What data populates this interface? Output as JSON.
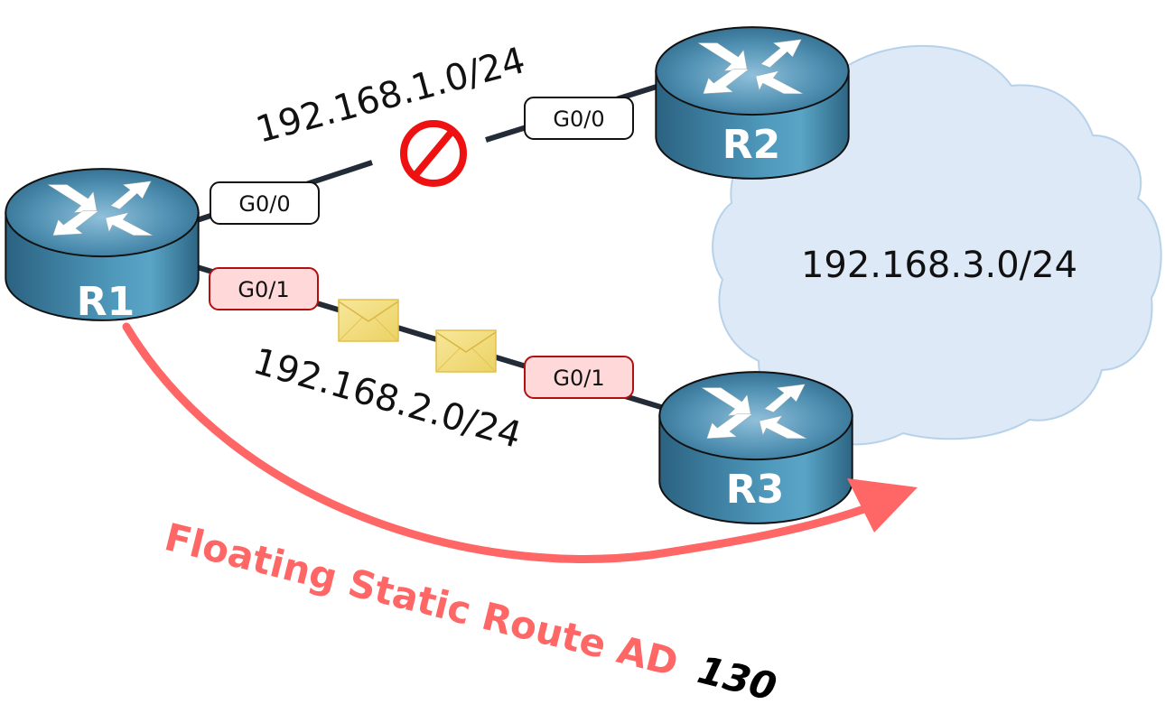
{
  "diagram": {
    "routers": [
      {
        "id": "R1",
        "label": "R1"
      },
      {
        "id": "R2",
        "label": "R2"
      },
      {
        "id": "R3",
        "label": "R3"
      }
    ],
    "cloud": {
      "label": "192.168.3.0/24"
    },
    "links": [
      {
        "network": "192.168.1.0/24",
        "status": "down",
        "a_if": "G0/0",
        "b_if": "G0/0"
      },
      {
        "network": "192.168.2.0/24",
        "status": "active",
        "a_if": "G0/1",
        "b_if": "G0/1"
      }
    ],
    "caption": {
      "text": "Floating Static Route AD",
      "ad_value": "130"
    },
    "colors": {
      "accent": "#ff6666",
      "link": "#222b36",
      "cloud_fill": "#dde9f6",
      "cloud_stroke": "#b6d2ea",
      "router_body": "#3d7fa0",
      "active_if_fill": "#ffd9d9",
      "active_if_stroke": "#b01010",
      "blocked": "#ee1111",
      "envelope": "#f1d56c"
    }
  }
}
